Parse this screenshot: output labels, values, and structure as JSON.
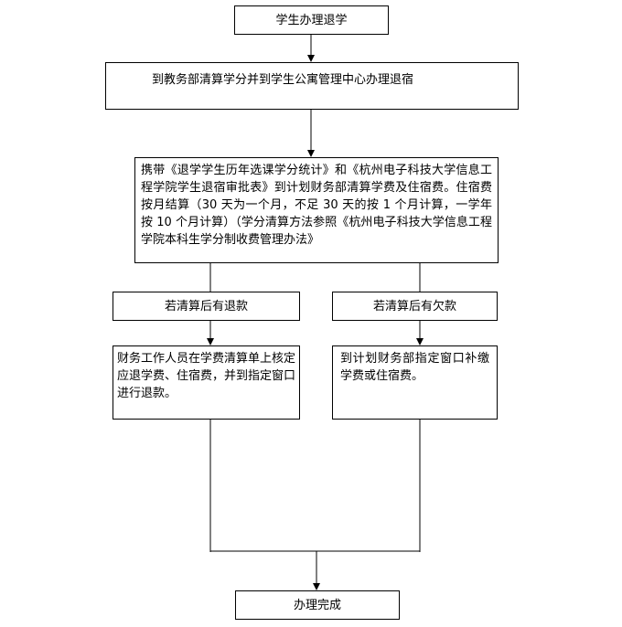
{
  "flowchart": {
    "start": "学生办理退学",
    "step1": "到教务部清算学分并到学生公寓管理中心办理退宿",
    "step2": "携带《退学学生历年选课学分统计》和《杭州电子科技大学信息工程学院学生退宿审批表》到计划财务部清算学费及住宿费。住宿费按月结算（30 天为一个月，不足 30 天的按 1 个月计算，一学年按 10 个月计算）（学分清算方法参照《杭州电子科技大学信息工程学院本科生学分制收费管理办法》",
    "branch_refund": "若清算后有退款",
    "branch_owe": "若清算后有欠款",
    "refund_detail": "财务工作人员在学费清算单上核定应退学费、住宿费，并到指定窗口进行退款。",
    "owe_detail": "到计划财务部指定窗口补缴学费或住宿费。",
    "end": "办理完成"
  }
}
